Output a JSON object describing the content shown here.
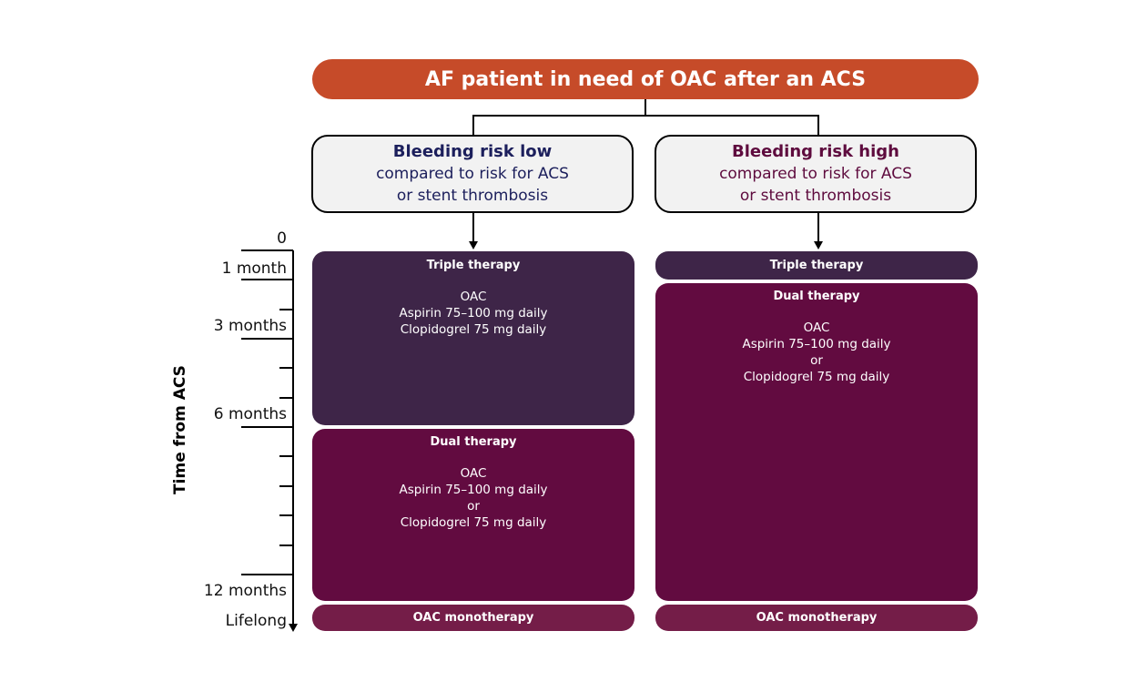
{
  "title": "AF patient in need of OAC after an ACS",
  "low": {
    "heading": "Bleeding risk low",
    "line1": "compared to risk for ACS",
    "line2": "or stent thrombosis",
    "triple": {
      "label": "Triple therapy",
      "l1": "OAC",
      "l2": "Aspirin 75–100 mg daily",
      "l3": "Clopidogrel 75 mg daily"
    },
    "dual": {
      "label": "Dual therapy",
      "l1": "OAC",
      "l2": "Aspirin 75–100 mg daily",
      "l3": "or",
      "l4": "Clopidogrel 75 mg daily"
    },
    "mono": "OAC monotherapy"
  },
  "high": {
    "heading": "Bleeding risk high",
    "line1": "compared to risk for ACS",
    "line2": "or stent thrombosis",
    "triple": {
      "label": "Triple therapy"
    },
    "dual": {
      "label": "Dual therapy",
      "l1": "OAC",
      "l2": "Aspirin 75–100 mg daily",
      "l3": "or",
      "l4": "Clopidogrel 75 mg daily"
    },
    "mono": "OAC monotherapy"
  },
  "axis": {
    "label": "Time from ACS",
    "ticks": [
      "0",
      "1 month",
      "3 months",
      "6 months",
      "12 months",
      "Lifelong"
    ]
  },
  "colors": {
    "title": "#C64B29",
    "triple": "#3E2548",
    "dual": "#620B40",
    "mono": "#741D48"
  }
}
